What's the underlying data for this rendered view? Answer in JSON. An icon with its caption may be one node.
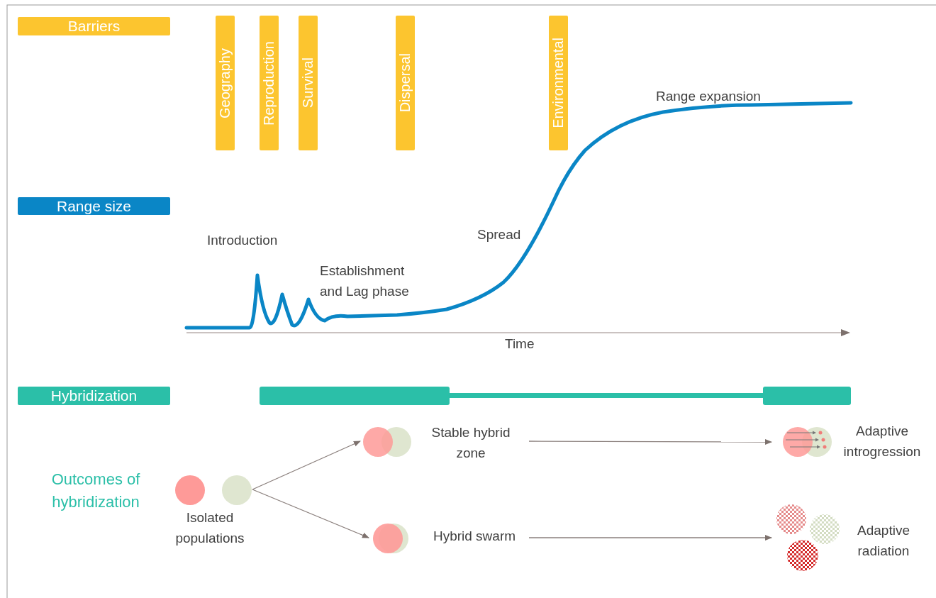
{
  "diagram": {
    "nodes": [
      {
        "text": [
          "Barriers"
        ]
      },
      {
        "text": [
          "Geography"
        ]
      },
      {
        "text": [
          "Reproduction"
        ]
      },
      {
        "text": [
          "Survival"
        ]
      },
      {
        "text": [
          "Dispersal"
        ]
      },
      {
        "text": [
          "Environmental"
        ]
      },
      {
        "text": [
          "Range size"
        ]
      },
      {
        "text": [
          "Hybridization"
        ]
      },
      {
        "text": [
          "Isolated populations"
        ]
      },
      {
        "text": [
          "Stable hybrid zone"
        ]
      },
      {
        "text": [
          "Hybrid swarm"
        ]
      },
      {
        "text": [
          "Adaptive introgression"
        ]
      },
      {
        "text": [
          "Adaptive radiation"
        ]
      }
    ],
    "edges": [
      {
        "from": 8,
        "to": 9,
        "arrow": "to"
      },
      {
        "from": 8,
        "to": 10,
        "arrow": "to"
      },
      {
        "from": 9,
        "to": 11,
        "arrow": "to"
      },
      {
        "from": 10,
        "to": 12,
        "arrow": "to"
      }
    ],
    "labels": [
      "Range expansion",
      "Introduction",
      "Spread",
      "Establishment and Lag phase",
      "Time",
      "Outcomes of hybridization"
    ]
  }
}
